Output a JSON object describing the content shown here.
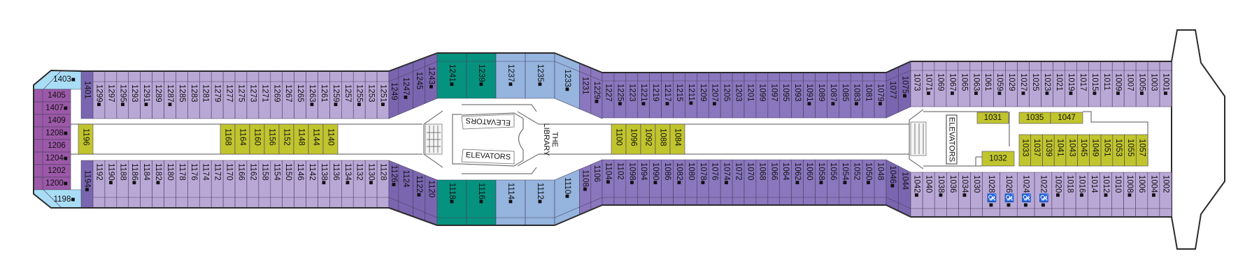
{
  "colors": {
    "aft_light": "#b9a8d6",
    "mid_purple": "#8a77be",
    "dark_purple": "#7a66b0",
    "magenta": "#9c59a8",
    "sky_blue": "#a9ddf6",
    "blue": "#95b4de",
    "teal": "#05927f",
    "yellow": "#c1c52d"
  },
  "labels": {
    "elevators_aft_top": "ELEVATORS",
    "elevators_aft_bottom": "ELEVATORS",
    "library_line1": "THE",
    "library_line2": "LIBRARY",
    "elevators_fwd": "ELEVATORS"
  },
  "cabins": {
    "aft_end_top": [
      {
        "n": "1403",
        "m": 1
      }
    ],
    "aft_end": [
      {
        "n": "1405"
      },
      {
        "n": "1407",
        "m": 1
      },
      {
        "n": "1409"
      },
      {
        "n": "1208",
        "m": 1
      },
      {
        "n": "1206"
      },
      {
        "n": "1204",
        "m": 1
      },
      {
        "n": "1202"
      },
      {
        "n": "1200",
        "m": 1
      }
    ],
    "aft_end_bottom": [
      {
        "n": "1198",
        "m": 1
      }
    ],
    "top_1401": [
      {
        "n": "1401"
      }
    ],
    "top_aft": [
      {
        "n": "1299",
        "m": 1
      },
      {
        "n": "1297"
      },
      {
        "n": "1295",
        "m": 1
      },
      {
        "n": "1293"
      },
      {
        "n": "1291",
        "m": 1
      },
      {
        "n": "1289"
      },
      {
        "n": "1287",
        "m": 1
      },
      {
        "n": "1285"
      },
      {
        "n": "1283"
      },
      {
        "n": "1281"
      },
      {
        "n": "1279"
      },
      {
        "n": "1277"
      },
      {
        "n": "1275"
      },
      {
        "n": "1273"
      },
      {
        "n": "1271"
      },
      {
        "n": "1269"
      },
      {
        "n": "1267"
      },
      {
        "n": "1265"
      },
      {
        "n": "1263",
        "m": 1
      },
      {
        "n": "1261"
      },
      {
        "n": "1259",
        "m": 1
      },
      {
        "n": "1257"
      },
      {
        "n": "1255",
        "m": 1
      },
      {
        "n": "1253"
      },
      {
        "n": "1251",
        "m": 1
      }
    ],
    "top_aft_slant": [
      {
        "n": "1249"
      },
      {
        "n": "1247",
        "m": 1
      },
      {
        "n": "1245"
      },
      {
        "n": "1243",
        "m": 1
      }
    ],
    "top_center": [
      {
        "n": "1241",
        "m": 1,
        "cat": "teal"
      },
      {
        "n": "1239",
        "m": 1,
        "cat": "teal"
      },
      {
        "n": "1237",
        "m": 1,
        "cat": "blue"
      },
      {
        "n": "1235",
        "m": 1,
        "cat": "blue"
      }
    ],
    "top_center_slant": [
      {
        "n": "1233",
        "m": 1,
        "cat": "blue"
      },
      {
        "n": "1231"
      },
      {
        "n": "1229",
        "m": 1
      }
    ],
    "top_mid": [
      {
        "n": "1227"
      },
      {
        "n": "1225",
        "m": 1
      },
      {
        "n": "1223"
      },
      {
        "n": "1221",
        "m": 1
      },
      {
        "n": "1219"
      },
      {
        "n": "1217",
        "m": 1
      },
      {
        "n": "1215"
      },
      {
        "n": "1211",
        "m": 1
      },
      {
        "n": "1209"
      },
      {
        "n": "1207",
        "m": 1
      },
      {
        "n": "1205"
      },
      {
        "n": "1203"
      },
      {
        "n": "1201"
      },
      {
        "n": "1099"
      },
      {
        "n": "1097"
      },
      {
        "n": "1095"
      },
      {
        "n": "1093"
      },
      {
        "n": "1091",
        "m": 1
      },
      {
        "n": "1089"
      },
      {
        "n": "1087",
        "m": 1
      },
      {
        "n": "1085"
      },
      {
        "n": "1083",
        "m": 1
      },
      {
        "n": "1081"
      },
      {
        "n": "1079",
        "m": 1
      }
    ],
    "top_fwd_slant": [
      {
        "n": "1077"
      },
      {
        "n": "1075",
        "m": 1
      }
    ],
    "top_fwd": [
      {
        "n": "1073"
      },
      {
        "n": "1071",
        "m": 1
      },
      {
        "n": "1069"
      },
      {
        "n": "1067",
        "m": 1
      },
      {
        "n": "1065"
      },
      {
        "n": "1063",
        "m": 1
      },
      {
        "n": "1061"
      },
      {
        "n": "1059",
        "m": 1
      },
      {
        "n": "1029"
      },
      {
        "n": "1027",
        "m": 1
      },
      {
        "n": "1025"
      },
      {
        "n": "1023",
        "m": 1
      },
      {
        "n": "1021"
      },
      {
        "n": "1019",
        "m": 1
      },
      {
        "n": "1017"
      },
      {
        "n": "1015",
        "m": 1
      },
      {
        "n": "1011"
      },
      {
        "n": "1009",
        "m": 1
      },
      {
        "n": "1007"
      },
      {
        "n": "1005",
        "m": 1
      },
      {
        "n": "1003"
      },
      {
        "n": "1001",
        "m": 1
      }
    ],
    "bottom_1194": [
      {
        "n": "1194",
        "m": 1
      }
    ],
    "bottom_aft": [
      {
        "n": "1192"
      },
      {
        "n": "1190",
        "m": 1
      },
      {
        "n": "1188"
      },
      {
        "n": "1186",
        "m": 1
      },
      {
        "n": "1184"
      },
      {
        "n": "1182",
        "m": 1
      },
      {
        "n": "1180"
      },
      {
        "n": "1178"
      },
      {
        "n": "1176"
      },
      {
        "n": "1174"
      },
      {
        "n": "1172"
      },
      {
        "n": "1170"
      },
      {
        "n": "1166"
      },
      {
        "n": "1162"
      },
      {
        "n": "1158"
      },
      {
        "n": "1154"
      },
      {
        "n": "1150"
      },
      {
        "n": "1146"
      },
      {
        "n": "1142"
      },
      {
        "n": "1138",
        "m": 1
      },
      {
        "n": "1136"
      },
      {
        "n": "1134",
        "m": 1
      },
      {
        "n": "1132"
      },
      {
        "n": "1130",
        "m": 1
      },
      {
        "n": "1128"
      }
    ],
    "bottom_aft_slant": [
      {
        "n": "1126",
        "m": 1
      },
      {
        "n": "1124"
      },
      {
        "n": "1122",
        "m": 1
      },
      {
        "n": "1120"
      }
    ],
    "bottom_center": [
      {
        "n": "1118",
        "m": 1,
        "cat": "teal"
      },
      {
        "n": "1116",
        "m": 1,
        "cat": "teal"
      },
      {
        "n": "1114",
        "m": 1,
        "cat": "blue"
      },
      {
        "n": "1112",
        "m": 1,
        "cat": "blue"
      }
    ],
    "bottom_center_slant": [
      {
        "n": "1110",
        "m": 1,
        "cat": "blue"
      },
      {
        "n": "1108",
        "m": 1
      },
      {
        "n": "1106"
      }
    ],
    "bottom_mid": [
      {
        "n": "1104",
        "m": 1
      },
      {
        "n": "1102"
      },
      {
        "n": "1098",
        "m": 1
      },
      {
        "n": "1094"
      },
      {
        "n": "1090",
        "m": 1
      },
      {
        "n": "1086"
      },
      {
        "n": "1082",
        "m": 1
      },
      {
        "n": "1080"
      },
      {
        "n": "1078",
        "m": 1
      },
      {
        "n": "1076"
      },
      {
        "n": "1074",
        "m": 1
      },
      {
        "n": "1072"
      },
      {
        "n": "1070"
      },
      {
        "n": "1068"
      },
      {
        "n": "1066"
      },
      {
        "n": "1064"
      },
      {
        "n": "1062",
        "m": 1
      },
      {
        "n": "1060"
      },
      {
        "n": "1058",
        "m": 1
      },
      {
        "n": "1056"
      },
      {
        "n": "1054",
        "m": 1
      },
      {
        "n": "1052"
      },
      {
        "n": "1050",
        "m": 1
      },
      {
        "n": "1048"
      }
    ],
    "bottom_fwd_slant": [
      {
        "n": "1046",
        "m": 1
      },
      {
        "n": "1044"
      }
    ],
    "bottom_fwd": [
      {
        "n": "1042",
        "m": 1
      },
      {
        "n": "1040"
      },
      {
        "n": "1038",
        "m": 1
      },
      {
        "n": "1036"
      },
      {
        "n": "1034",
        "m": 1
      },
      {
        "n": "1030"
      },
      {
        "n": "1028",
        "m": 1,
        "a": 1
      },
      {
        "n": "1026",
        "m": 1,
        "a": 1
      },
      {
        "n": "1024",
        "m": 1,
        "a": 1
      },
      {
        "n": "1022",
        "m": 1,
        "a": 1
      },
      {
        "n": "1020",
        "m": 1
      },
      {
        "n": "1018"
      },
      {
        "n": "1016",
        "m": 1
      },
      {
        "n": "1014"
      },
      {
        "n": "1012",
        "m": 1
      },
      {
        "n": "1010"
      },
      {
        "n": "1008",
        "m": 1
      },
      {
        "n": "1006"
      },
      {
        "n": "1004",
        "m": 1
      },
      {
        "n": "1002"
      }
    ],
    "corridor_aft_single": [
      {
        "n": "1196"
      }
    ],
    "corridor_aft": [
      {
        "n": "1168"
      },
      {
        "n": "1164"
      },
      {
        "n": "1160"
      },
      {
        "n": "1156"
      },
      {
        "n": "1152"
      },
      {
        "n": "1148"
      },
      {
        "n": "1144"
      },
      {
        "n": "1140"
      }
    ],
    "corridor_mid": [
      {
        "n": "1100"
      },
      {
        "n": "1096"
      },
      {
        "n": "1092"
      },
      {
        "n": "1088"
      },
      {
        "n": "1084"
      }
    ],
    "corridor_fwd": [
      {
        "n": "1033"
      },
      {
        "n": "1037"
      },
      {
        "n": "1039"
      },
      {
        "n": "1041"
      },
      {
        "n": "1043"
      },
      {
        "n": "1045"
      },
      {
        "n": "1049"
      },
      {
        "n": "1051"
      },
      {
        "n": "1053"
      },
      {
        "n": "1055"
      },
      {
        "n": "1057"
      }
    ],
    "corridor_fwd_horizontal": [
      {
        "n": "1031"
      },
      {
        "n": "1035"
      },
      {
        "n": "1047"
      },
      {
        "n": "1032"
      }
    ]
  }
}
